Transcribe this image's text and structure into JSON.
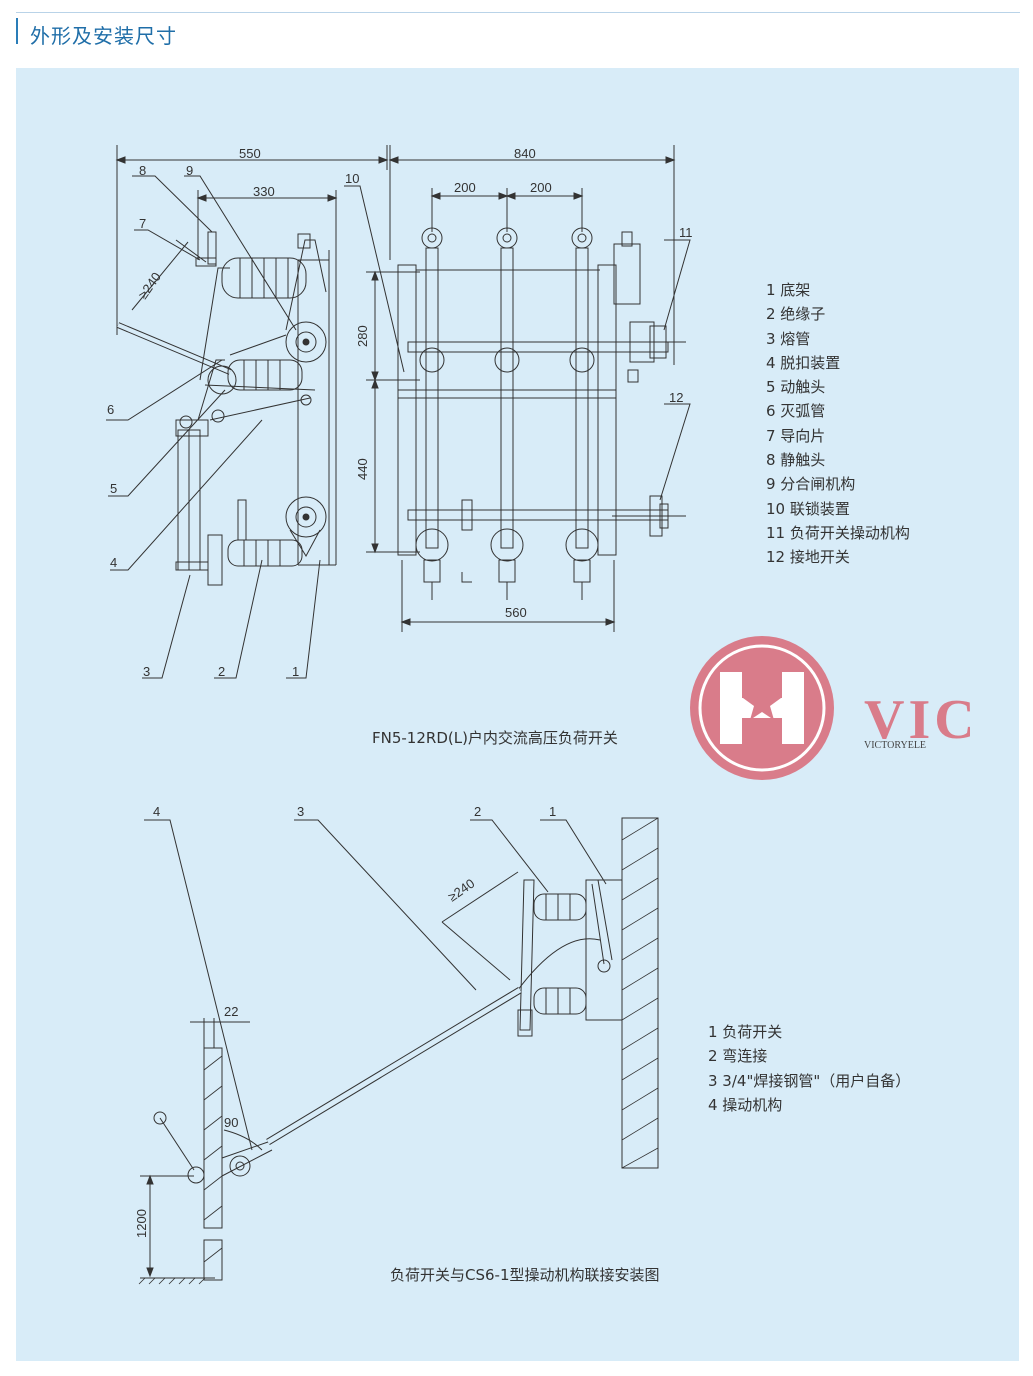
{
  "page": {
    "title": "外形及安装尺寸"
  },
  "figure1": {
    "caption": "FN5-12RD(L)户内交流高压负荷开关",
    "dims": {
      "d550": "550",
      "d330": "330",
      "d240": "≥240",
      "d840": "840",
      "d200a": "200",
      "d200b": "200",
      "d280": "280",
      "d440": "440",
      "d560": "560"
    },
    "callouts": [
      "1",
      "2",
      "3",
      "4",
      "5",
      "6",
      "7",
      "8",
      "9",
      "10",
      "11",
      "12"
    ],
    "legend": [
      "1 底架",
      "2 绝缘子",
      "3 熔管",
      "4 脱扣装置",
      "5 动触头",
      "6 灭弧管",
      "7 导向片",
      "8 静触头",
      "9 分合闸机构",
      "10 联锁装置",
      "11 负荷开关操动机构",
      "12 接地开关"
    ]
  },
  "figure2": {
    "caption": "负荷开关与CS6-1型操动机构联接安装图",
    "dims": {
      "d240": "≥240",
      "d22": "22",
      "d90": "90",
      "d1200": "1200"
    },
    "callouts": [
      "1",
      "2",
      "3",
      "4"
    ],
    "legend": [
      "1 负荷开关",
      "2 弯连接",
      "3 3/4\"焊接钢管\"（用户自备）",
      "4 操动机构"
    ]
  },
  "logo": {
    "brand": "VIC",
    "sub": "VICTORYELE",
    "color": "#d97c8a"
  }
}
